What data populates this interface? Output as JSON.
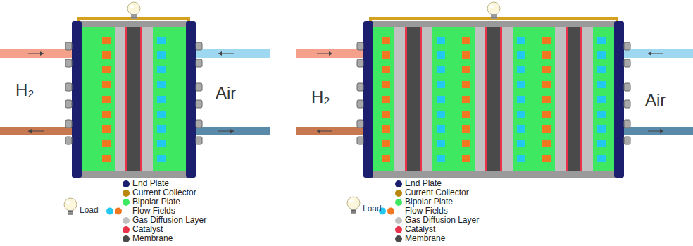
{
  "diagram": {
    "labels": [
      "H₂",
      "Air",
      "Load",
      "H₂",
      "Air",
      "Load"
    ],
    "legend": [
      {
        "text": "End Plate",
        "color": "#1b1f6e"
      },
      {
        "text": "Current Collector",
        "color": "#b8860b"
      },
      {
        "text": "Bipolar Plate",
        "color": "#3ee860"
      },
      {
        "text": "Flow Fields"
      },
      {
        "text": "Gas Diffusion Layer",
        "color": "#c0c0c0"
      },
      {
        "text": "Catalyst",
        "color": "#e8334a"
      },
      {
        "text": "Membrane",
        "color": "#4a4a4a"
      },
      {
        "text": "End Plate",
        "color": "#1b1f6e"
      },
      {
        "text": "Current Collector",
        "color": "#b8860b"
      },
      {
        "text": "Bipolar Plate",
        "color": "#3ee860"
      },
      {
        "text": "Flow Fields"
      },
      {
        "text": "Gas Diffusion Layer",
        "color": "#c0c0c0"
      },
      {
        "text": "Catalyst",
        "color": "#e8334a"
      },
      {
        "text": "Membrane",
        "color": "#4a4a4a"
      }
    ]
  }
}
